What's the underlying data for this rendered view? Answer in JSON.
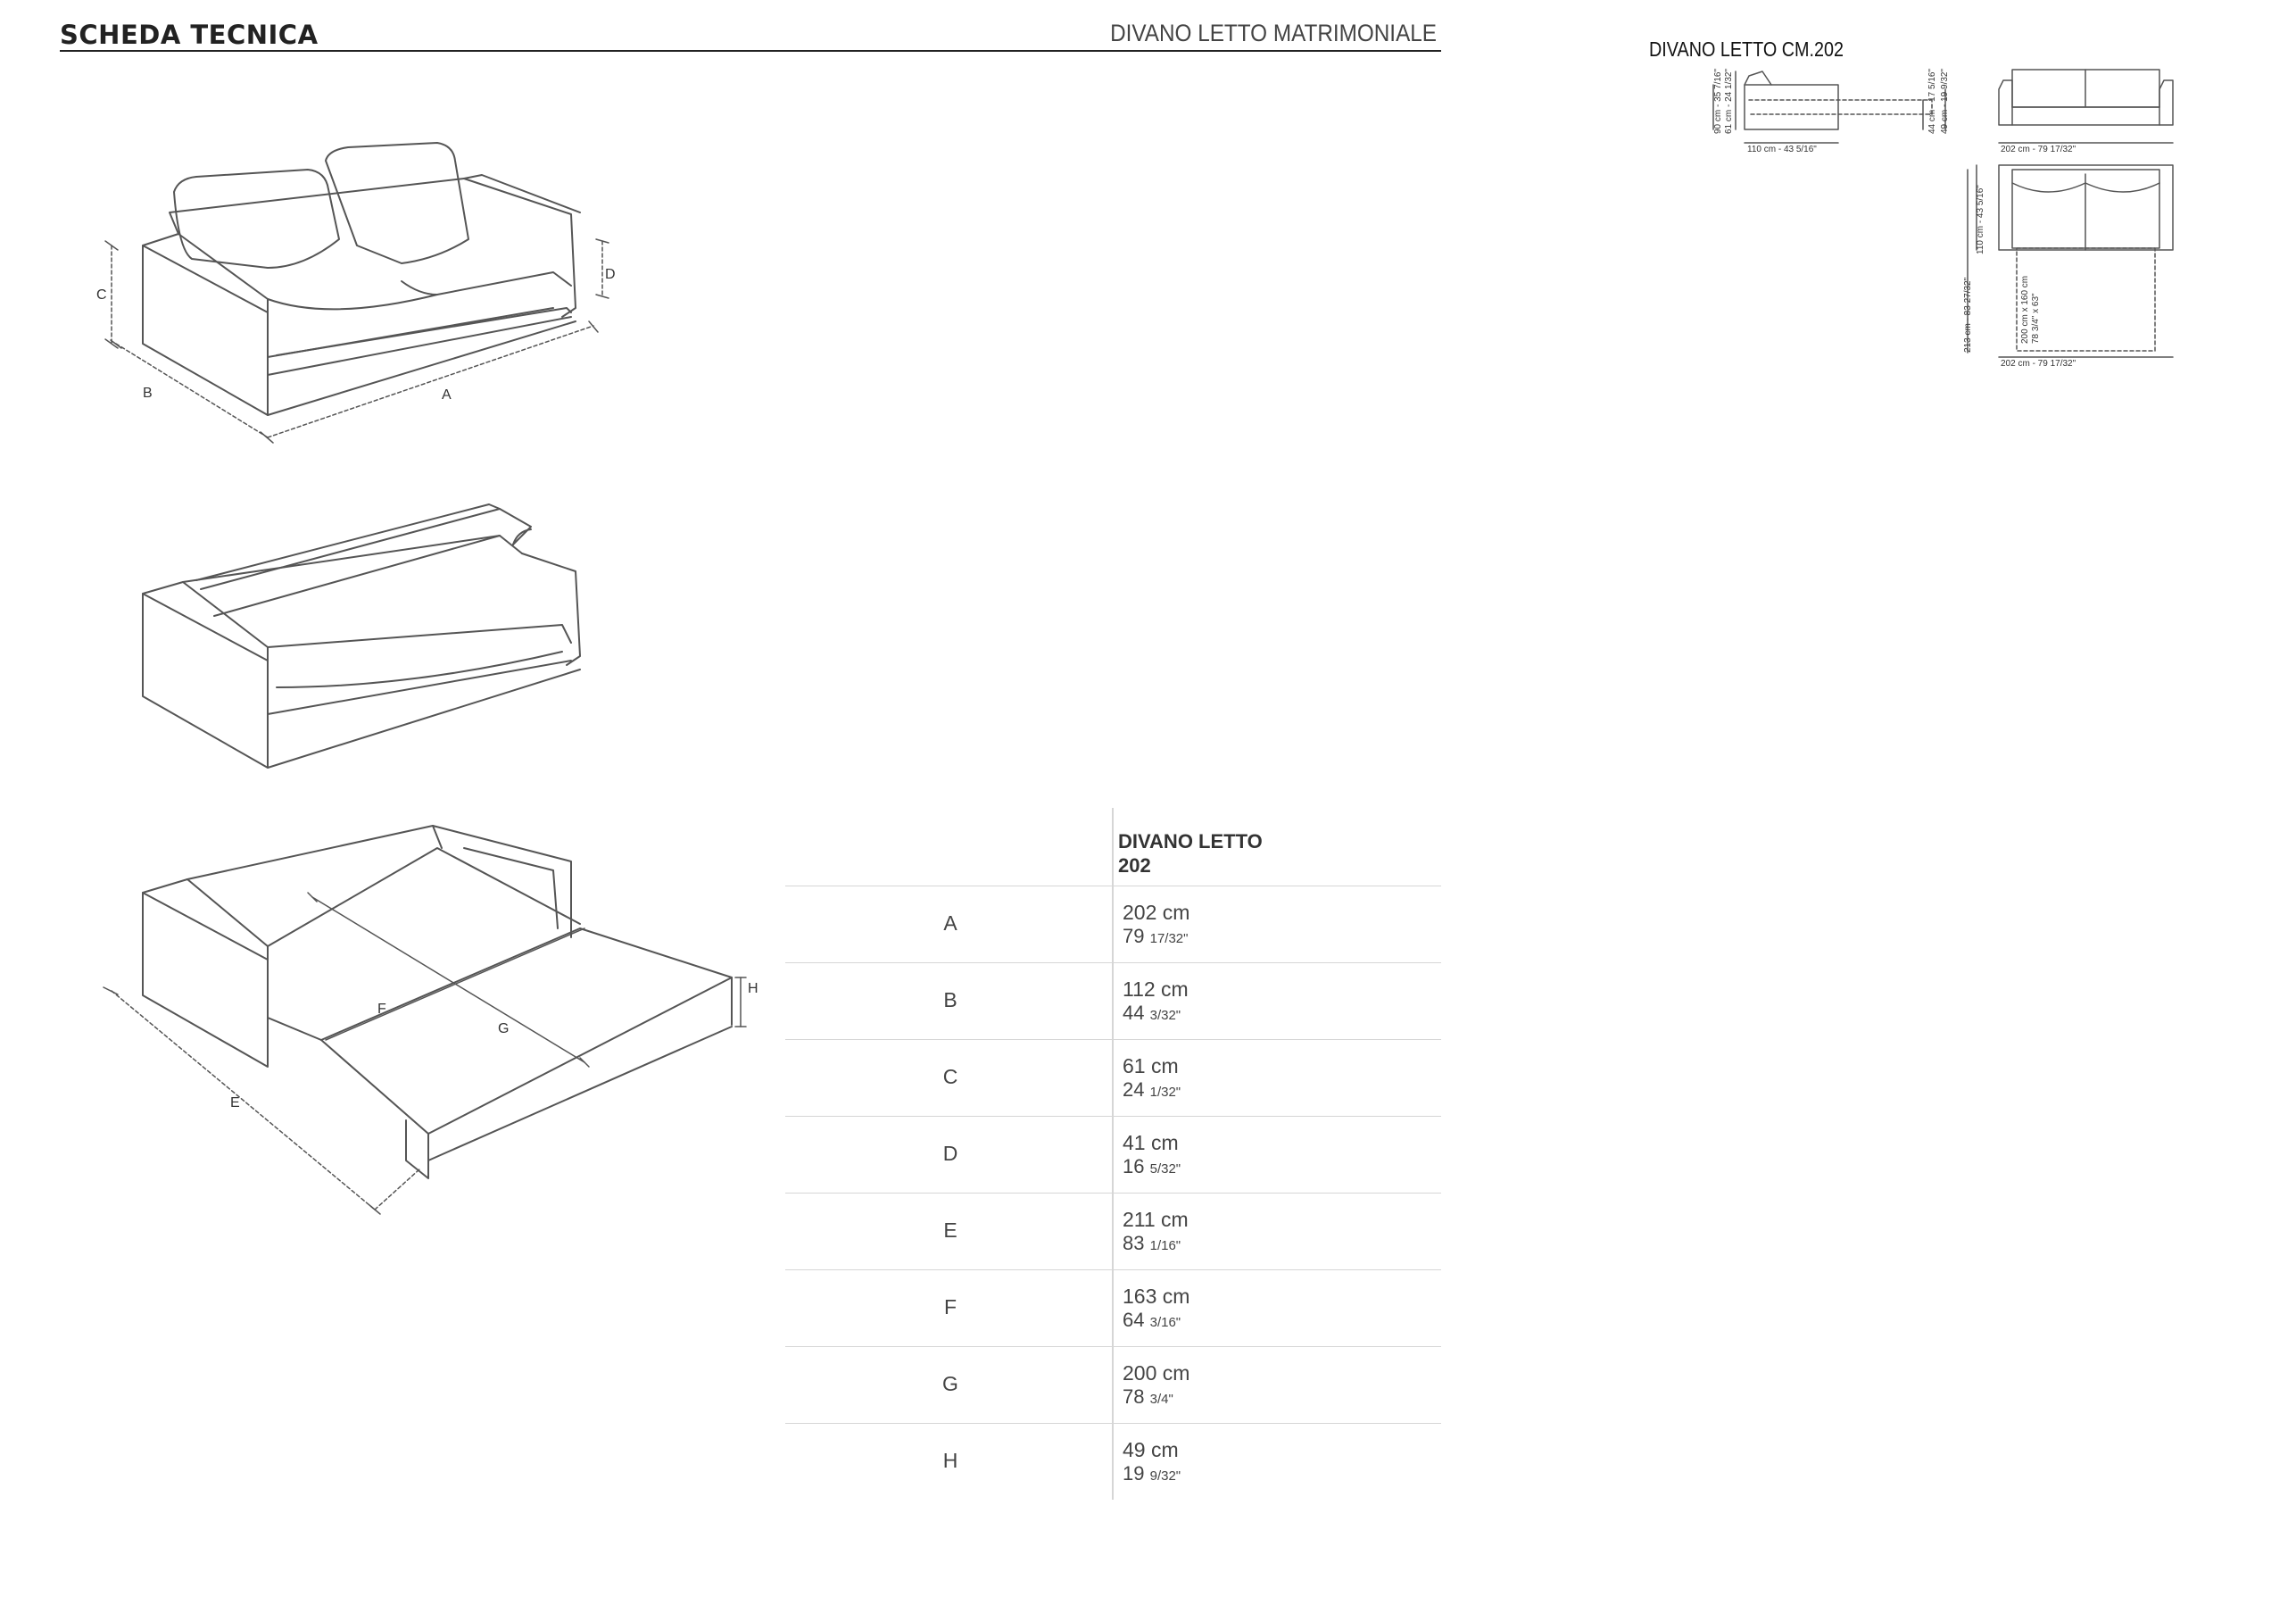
{
  "header": {
    "left_title": "SCHEDA TECNICA",
    "right_title": "DIVANO LETTO MATRIMONIALE"
  },
  "plan": {
    "title": "DIVANO LETTO CM.202",
    "side_heights": [
      "90 cm - 35 7/16\"",
      "61 cm - 24 1/32\""
    ],
    "side_depth": "110 cm - 43 5/16\"",
    "bed_heights": [
      "44 cm - 17 5/16\"",
      "49 cm - 19 9/32\""
    ],
    "front_width": "202 cm - 79 17/32\"",
    "top_depth": "110 cm - 43 5/16\"",
    "open_depth": "213 cm - 83 27/32\"",
    "mattress": [
      "200 cm x 160 cm",
      "78 3/4\" x 63\""
    ],
    "top_width": "202 cm - 79 17/32\""
  },
  "drawing_labels": {
    "closed": [
      "A",
      "B",
      "C",
      "D"
    ],
    "open": [
      "E",
      "F",
      "G",
      "H"
    ]
  },
  "table": {
    "header": [
      "DIVANO LETTO",
      "202"
    ],
    "rows": [
      {
        "label": "A",
        "cm": "202 cm",
        "in_whole": "79",
        "in_frac": "17/32\""
      },
      {
        "label": "B",
        "cm": "112 cm",
        "in_whole": "44",
        "in_frac": "3/32\""
      },
      {
        "label": "C",
        "cm": "61 cm",
        "in_whole": "24",
        "in_frac": "1/32\""
      },
      {
        "label": "D",
        "cm": "41 cm",
        "in_whole": "16",
        "in_frac": "5/32\""
      },
      {
        "label": "E",
        "cm": "211 cm",
        "in_whole": "83",
        "in_frac": "1/16\""
      },
      {
        "label": "F",
        "cm": "163 cm",
        "in_whole": "64",
        "in_frac": "3/16\""
      },
      {
        "label": "G",
        "cm": "200 cm",
        "in_whole": "78",
        "in_frac": "3/4\""
      },
      {
        "label": "H",
        "cm": "49 cm",
        "in_whole": "19",
        "in_frac": "9/32\""
      }
    ]
  }
}
